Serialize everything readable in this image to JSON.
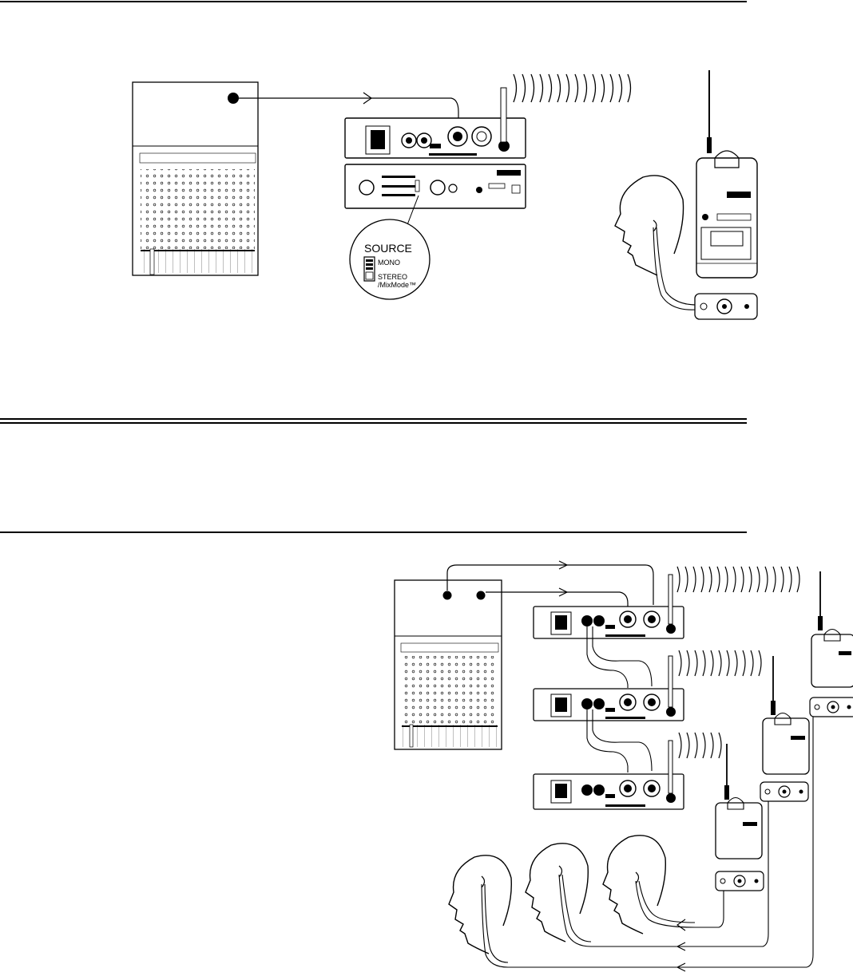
{
  "source_switch": {
    "title": "SOURCE",
    "option_mono": "MONO",
    "option_stereo_line1": "STEREO",
    "option_stereo_line2": "/MixMode™"
  },
  "colors": {
    "ink": "#000000",
    "paper": "#ffffff"
  }
}
